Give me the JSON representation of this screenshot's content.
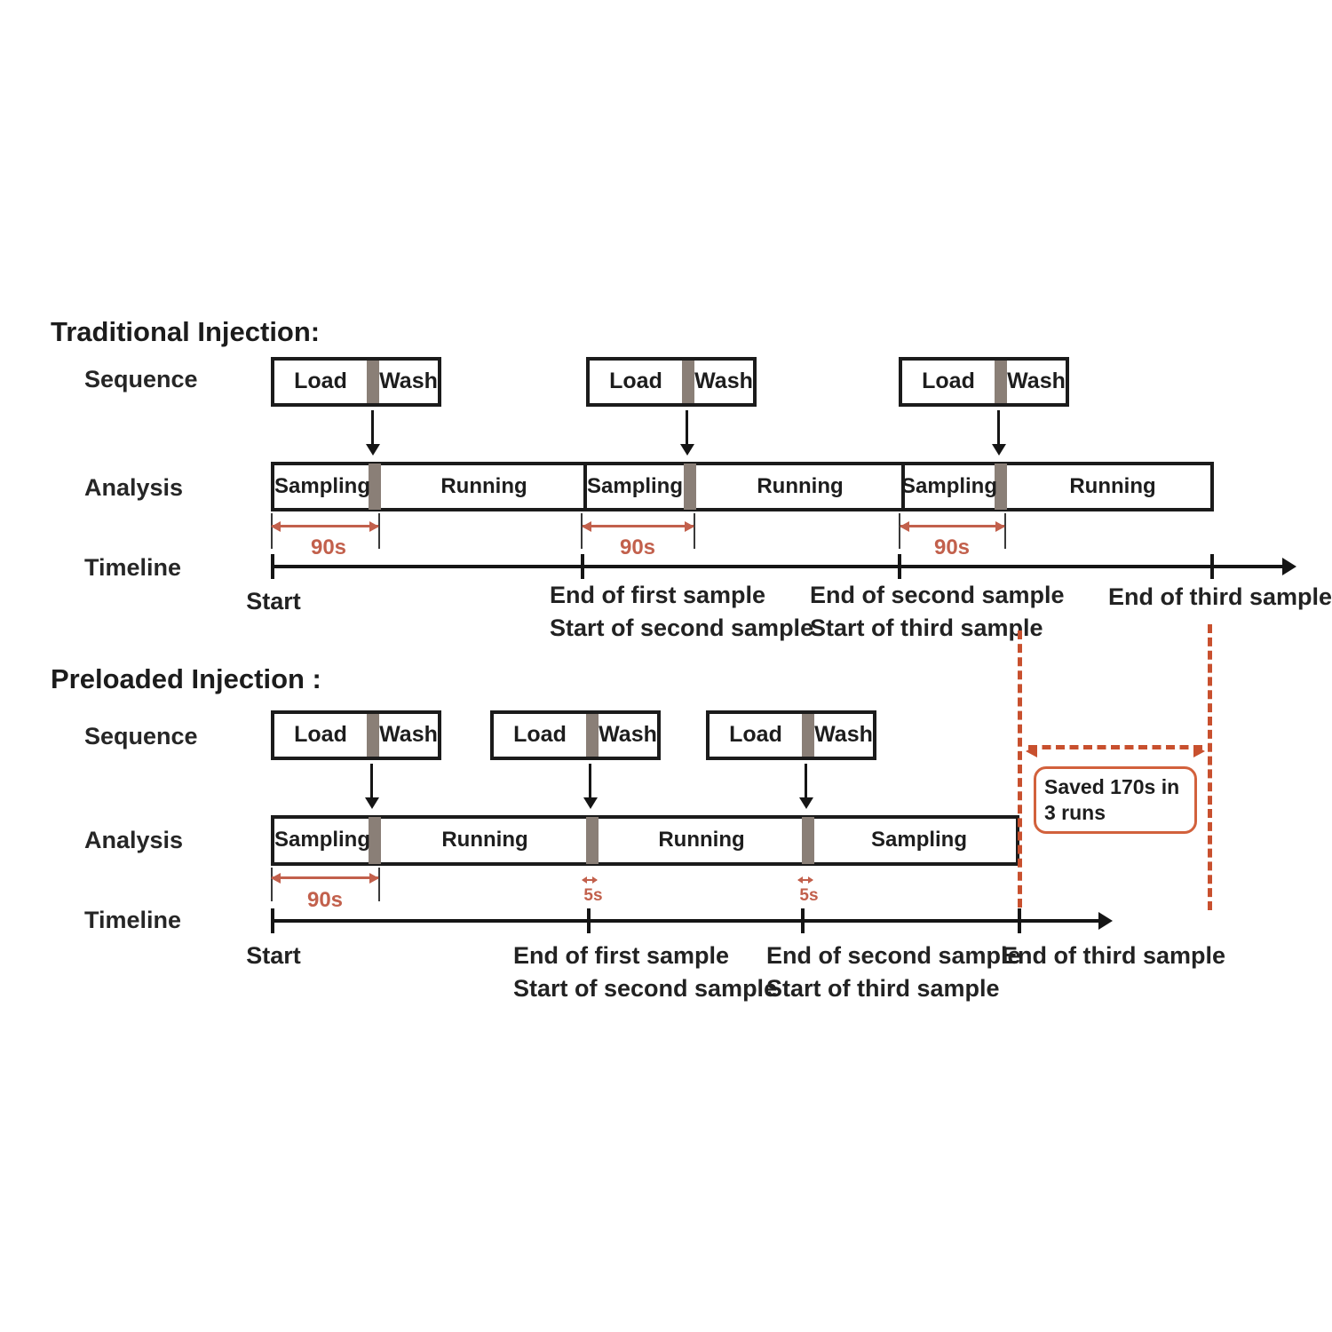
{
  "colors": {
    "line_black": "#1b1b1b",
    "divider_gray": "#8a7f77",
    "dimension_red": "#c2604c",
    "dashed_red": "#c8502e",
    "note_border": "#d2613c"
  },
  "traditional": {
    "title": "Traditional Injection:",
    "row_labels": {
      "sequence": "Sequence",
      "analysis": "Analysis",
      "timeline": "Timeline"
    },
    "sequence_boxes": [
      {
        "load": "Load",
        "wash": "Wash"
      },
      {
        "load": "Load",
        "wash": "Wash"
      },
      {
        "load": "Load",
        "wash": "Wash"
      }
    ],
    "analysis_segments": [
      "Sampling",
      "Running",
      "Sampling",
      "Running",
      "Sampling",
      "Running"
    ],
    "durations": [
      "90s",
      "90s",
      "90s"
    ],
    "timeline_labels": {
      "start": "Start",
      "tick2": [
        "End of first sample",
        "Start of second sample"
      ],
      "tick3": [
        "End of second sample",
        "Start of third sample"
      ],
      "end": "End of third sample"
    }
  },
  "preloaded": {
    "title": "Preloaded Injection :",
    "row_labels": {
      "sequence": "Sequence",
      "analysis": "Analysis",
      "timeline": "Timeline"
    },
    "sequence_boxes": [
      {
        "load": "Load",
        "wash": "Wash"
      },
      {
        "load": "Load",
        "wash": "Wash"
      },
      {
        "load": "Load",
        "wash": "Wash"
      }
    ],
    "analysis_segments": [
      "Sampling",
      "Running",
      "Running",
      "Sampling"
    ],
    "durations": [
      "90s",
      "5s",
      "5s"
    ],
    "timeline_labels": {
      "start": "Start",
      "tick2": [
        "End of first sample",
        "Start of second sample"
      ],
      "tick3": [
        "End of second sample",
        "Start of third sample"
      ],
      "end": "End of third sample"
    },
    "saved_note": "Saved 170s in 3 runs"
  }
}
